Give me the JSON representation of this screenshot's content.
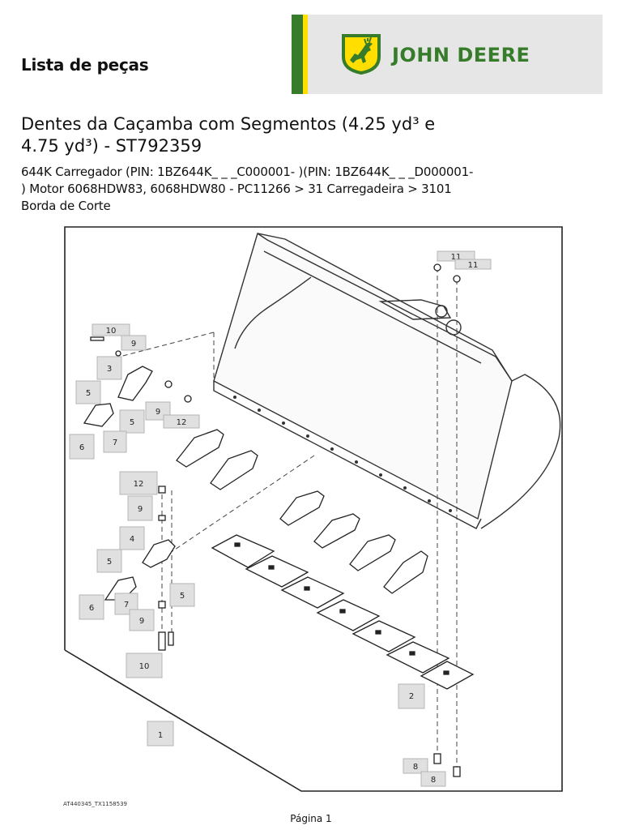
{
  "header": {
    "heading": "Lista de peças",
    "brand": "JOHN DEERE",
    "colors": {
      "green": "#367c2b",
      "yellow": "#ffde00",
      "band": "#e6e6e6"
    }
  },
  "document": {
    "title": "Dentes da Caçamba com Segmentos (4.25 yd³ e 4.75 yd³) - ST792359",
    "subtitle": "644K Carregador (PIN: 1BZ644K_ _ _C000001- )(PIN: 1BZ644K_ _ _D000001- ) Motor 6068HDW83, 6068HDW80 - PC11266 > 31 Carregadeira > 3101 Borda de Corte"
  },
  "diagram": {
    "callouts": [
      "1",
      "2",
      "3",
      "4",
      "5",
      "5",
      "5",
      "5",
      "6",
      "6",
      "7",
      "7",
      "8",
      "8",
      "9",
      "9",
      "9",
      "9",
      "10",
      "10",
      "11",
      "11",
      "12",
      "12"
    ],
    "figure_id": "AT440345_TX1158539"
  },
  "footer": {
    "page": "Página 1"
  }
}
